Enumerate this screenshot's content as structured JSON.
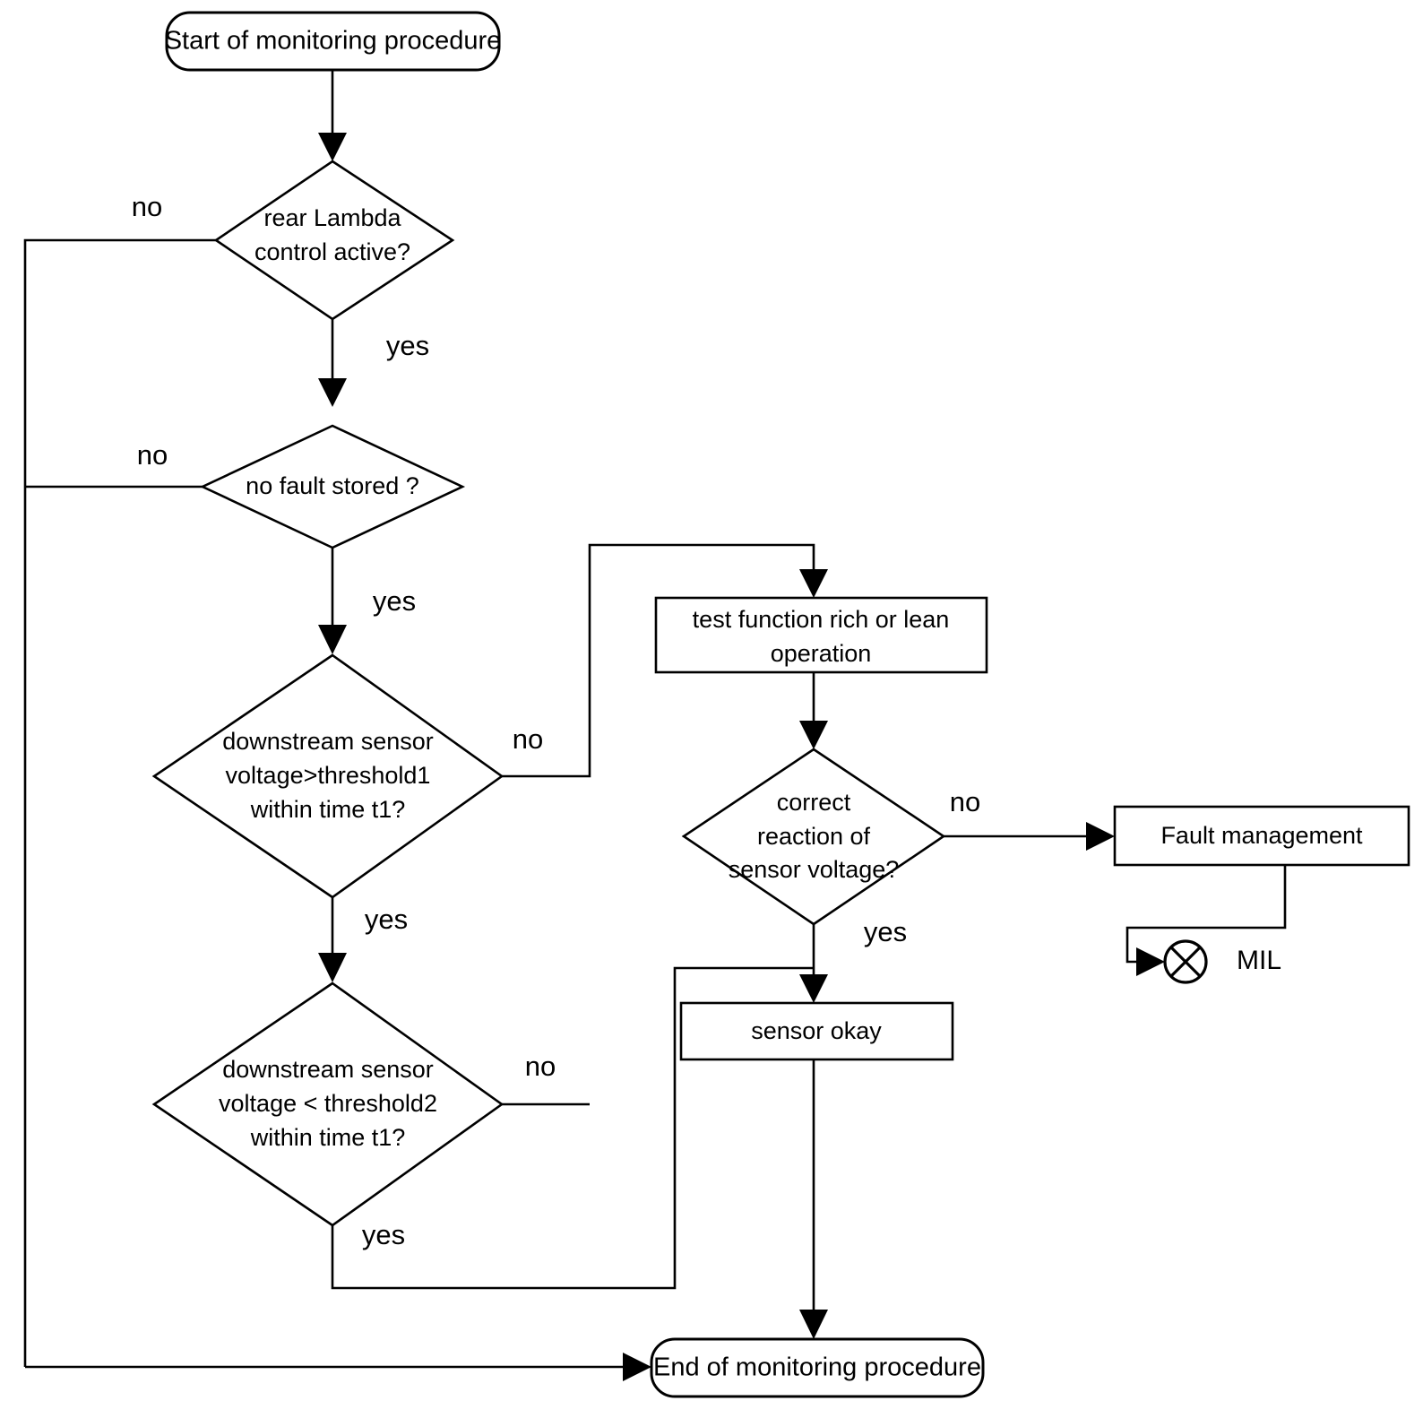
{
  "diagram": {
    "title": "Lambda sensor monitoring procedure flowchart",
    "type": "flowchart",
    "colors": {
      "background": "#ffffff",
      "stroke": "#000000",
      "fill": "#ffffff"
    },
    "nodes": {
      "start": {
        "label": "Start of monitoring procedure",
        "shape": "rounded-terminator"
      },
      "decision_rear_lambda": {
        "line1": "rear Lambda",
        "line2": "control active?",
        "shape": "diamond"
      },
      "decision_no_fault": {
        "line1": "no fault stored ?",
        "shape": "diamond"
      },
      "decision_threshold1": {
        "line1": "downstream sensor",
        "line2": "voltage>threshold1",
        "line3": "within time t1?",
        "shape": "diamond"
      },
      "decision_threshold2": {
        "line1": "downstream sensor",
        "line2": "voltage < threshold2",
        "line3": "within time t1?",
        "shape": "diamond"
      },
      "test_function": {
        "line1": "test function rich or lean",
        "line2": "operation",
        "shape": "rectangle"
      },
      "decision_correct_reaction": {
        "line1": "correct",
        "line2": "reaction of",
        "line3": "sensor voltage?",
        "shape": "diamond"
      },
      "fault_management": {
        "label": "Fault management",
        "shape": "rectangle"
      },
      "mil": {
        "label": "MIL",
        "shape": "circle-with-x",
        "icon": "mil-lamp-icon"
      },
      "sensor_okay": {
        "label": "sensor okay",
        "shape": "rectangle"
      },
      "end": {
        "label": "End of monitoring procedure",
        "shape": "rounded-terminator"
      }
    },
    "edge_labels": {
      "rear_lambda_no": "no",
      "rear_lambda_yes": "yes",
      "no_fault_no": "no",
      "no_fault_yes": "yes",
      "threshold1_no": "no",
      "threshold1_yes": "yes",
      "threshold2_no": "no",
      "threshold2_yes": "yes",
      "correct_reaction_no": "no",
      "correct_reaction_yes": "yes"
    }
  }
}
